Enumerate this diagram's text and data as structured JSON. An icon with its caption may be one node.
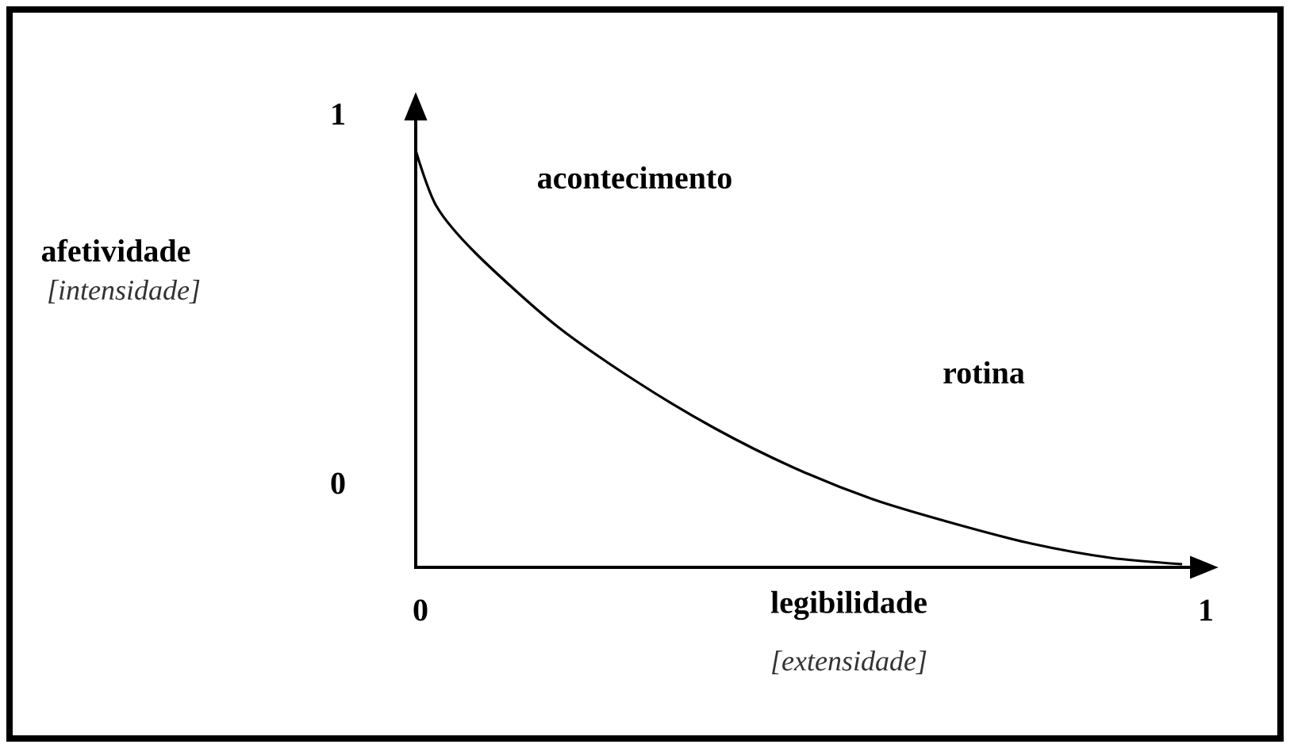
{
  "diagram": {
    "labels": [
      "1",
      "acontecimento",
      "afetividade",
      "[intensidade]",
      "rotina",
      "0",
      "0",
      "legibilidade",
      "1",
      "[extensidade]"
    ]
  }
}
